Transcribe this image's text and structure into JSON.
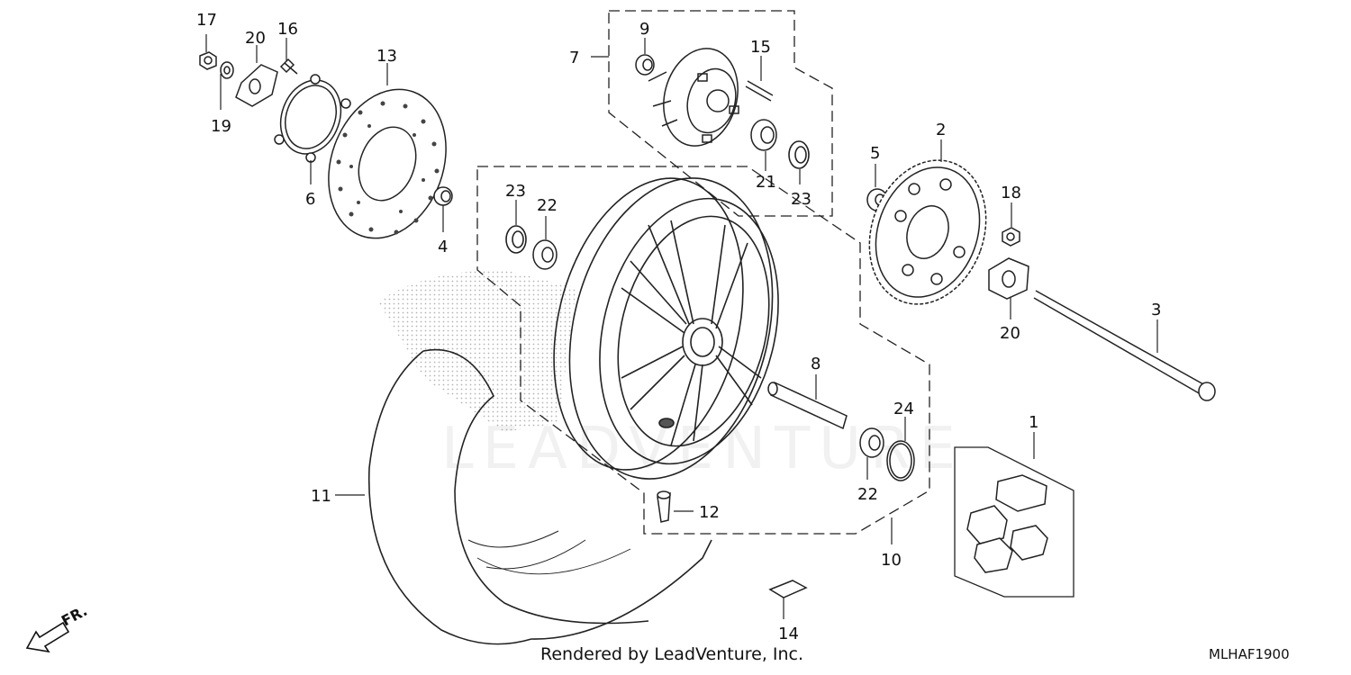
{
  "diagram": {
    "callouts": [
      "1",
      "2",
      "3",
      "4",
      "5",
      "6",
      "7",
      "8",
      "9",
      "10",
      "11",
      "12",
      "13",
      "14",
      "15",
      "16",
      "17",
      "18",
      "19",
      "20",
      "21",
      "22",
      "23",
      "24"
    ],
    "labels": {
      "p17": "17",
      "p20a": "20",
      "p16": "16",
      "p13": "13",
      "p19": "19",
      "p6": "6",
      "p4": "4",
      "p9": "9",
      "p7": "7",
      "p15": "15",
      "p21": "21",
      "p23a": "23",
      "p2": "2",
      "p5": "5",
      "p18": "18",
      "p20b": "20",
      "p3": "3",
      "p23b": "23",
      "p22a": "22",
      "p8": "8",
      "p24": "24",
      "p22b": "22",
      "p1": "1",
      "p11": "11",
      "p12": "12",
      "p10": "10",
      "p14": "14"
    },
    "front_marker": "FR.",
    "watermark": "LEADVENTURE"
  },
  "footer": {
    "rendered_by": "Rendered by LeadVenture, Inc.",
    "diagram_code": "MLHAF1900"
  }
}
